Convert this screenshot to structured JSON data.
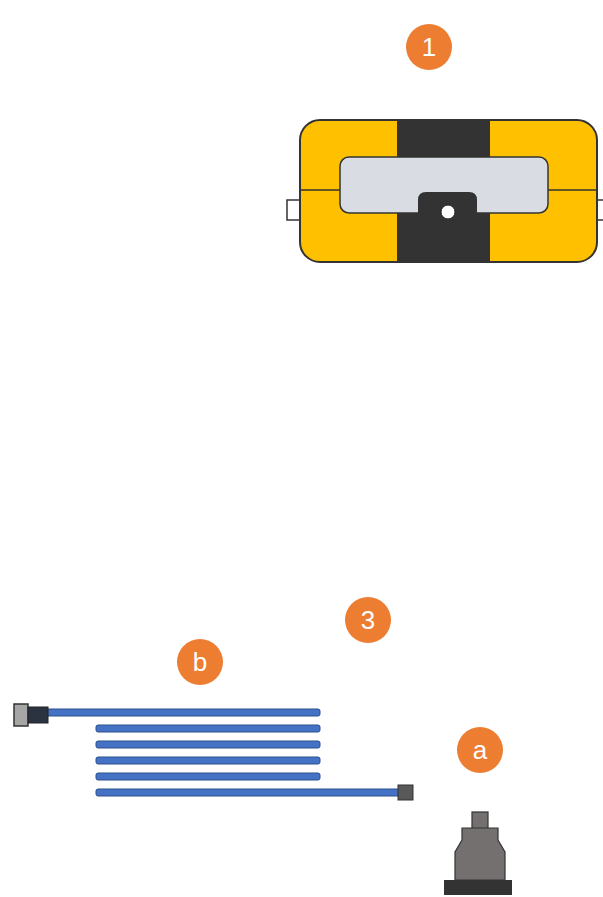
{
  "diagram": {
    "labels": [
      "1",
      "3",
      "b",
      "a"
    ]
  }
}
